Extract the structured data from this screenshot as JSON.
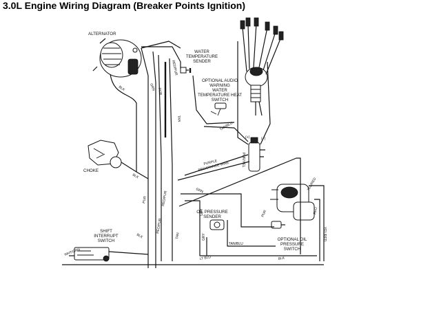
{
  "title": "3.0L Engine Wiring Diagram (Breaker Points Ignition)",
  "components": {
    "alternator": "ALTERNATOR",
    "water_temp_sender": [
      "WATER",
      "TEMPERATURE",
      "SENDER"
    ],
    "audio_warning_switch": [
      "OPTIONAL AUDIO",
      "WARNING",
      "WATER",
      "TEMPERATURE HEAT",
      "SWITCH"
    ],
    "choke": "CHOKE",
    "oil_pressure_sender": [
      "OIL PRESSURE",
      "SENDER"
    ],
    "shift_interrupt_switch": [
      "SHIFT",
      "INTERRUPT",
      "SWITCH"
    ],
    "optional_oil_pressure_switch": [
      "OPTIONAL OIL",
      "PRESSURE",
      "SWITCH"
    ],
    "resistance_wire": [
      "PURPLE",
      "RESISTANCE WIRE"
    ],
    "coil_plus": "(+)",
    "coil_minus": "(−)"
  },
  "wire_labels": {
    "blk": "BLK",
    "grn": "GRN",
    "pur": "PUR",
    "red_pur": "RED/PUR",
    "tan": "TAN",
    "tan_blu": "TAN/BLU",
    "gry": "GRY",
    "yel_red": "YEL/RED",
    "red": "RED",
    "wht_grn": "WHT/GRN",
    "lt_blu": "LT BLU",
    "pur_yel": "PUR/YEL"
  }
}
